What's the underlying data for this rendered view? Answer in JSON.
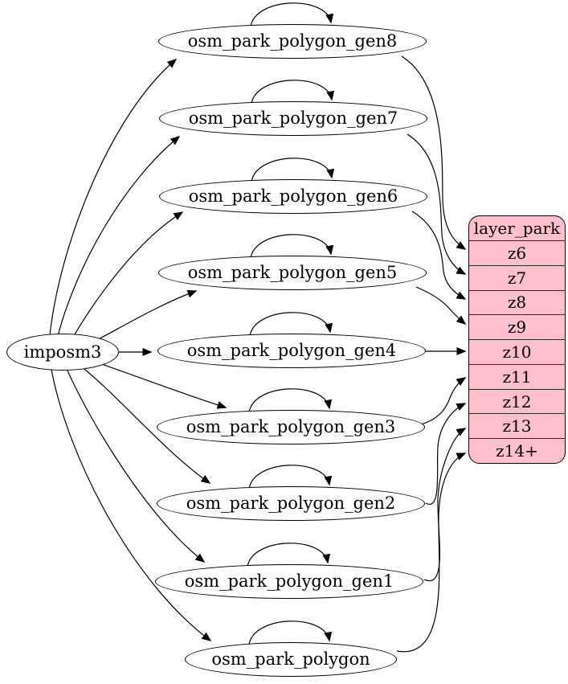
{
  "diagram_type": "etl-graph",
  "colors": {
    "background": "#ffffff",
    "node_fill": "#ffffff",
    "table_fill": "#ffc0cb",
    "stroke": "#000000",
    "text": "#000000"
  },
  "nodes": {
    "imposm3": {
      "label": "imposm3"
    },
    "gen8": {
      "label": "osm_park_polygon_gen8"
    },
    "gen7": {
      "label": "osm_park_polygon_gen7"
    },
    "gen6": {
      "label": "osm_park_polygon_gen6"
    },
    "gen5": {
      "label": "osm_park_polygon_gen5"
    },
    "gen4": {
      "label": "osm_park_polygon_gen4"
    },
    "gen3": {
      "label": "osm_park_polygon_gen3"
    },
    "gen2": {
      "label": "osm_park_polygon_gen2"
    },
    "gen1": {
      "label": "osm_park_polygon_gen1"
    },
    "base": {
      "label": "osm_park_polygon"
    }
  },
  "layer_table": {
    "title": "layer_park",
    "rows": [
      "z6",
      "z7",
      "z8",
      "z9",
      "z10",
      "z11",
      "z12",
      "z13",
      "z14+"
    ]
  },
  "edges": [
    {
      "from": "imposm3",
      "to": "osm_park_polygon_gen8"
    },
    {
      "from": "imposm3",
      "to": "osm_park_polygon_gen7"
    },
    {
      "from": "imposm3",
      "to": "osm_park_polygon_gen6"
    },
    {
      "from": "imposm3",
      "to": "osm_park_polygon_gen5"
    },
    {
      "from": "imposm3",
      "to": "osm_park_polygon_gen4"
    },
    {
      "from": "imposm3",
      "to": "osm_park_polygon_gen3"
    },
    {
      "from": "imposm3",
      "to": "osm_park_polygon_gen2"
    },
    {
      "from": "imposm3",
      "to": "osm_park_polygon_gen1"
    },
    {
      "from": "imposm3",
      "to": "osm_park_polygon"
    },
    {
      "from": "osm_park_polygon_gen8",
      "to": "osm_park_polygon_gen8",
      "kind": "self"
    },
    {
      "from": "osm_park_polygon_gen7",
      "to": "osm_park_polygon_gen7",
      "kind": "self"
    },
    {
      "from": "osm_park_polygon_gen6",
      "to": "osm_park_polygon_gen6",
      "kind": "self"
    },
    {
      "from": "osm_park_polygon_gen5",
      "to": "osm_park_polygon_gen5",
      "kind": "self"
    },
    {
      "from": "osm_park_polygon_gen4",
      "to": "osm_park_polygon_gen4",
      "kind": "self"
    },
    {
      "from": "osm_park_polygon_gen3",
      "to": "osm_park_polygon_gen3",
      "kind": "self"
    },
    {
      "from": "osm_park_polygon_gen2",
      "to": "osm_park_polygon_gen2",
      "kind": "self"
    },
    {
      "from": "osm_park_polygon_gen1",
      "to": "osm_park_polygon_gen1",
      "kind": "self"
    },
    {
      "from": "osm_park_polygon",
      "to": "osm_park_polygon",
      "kind": "self"
    },
    {
      "from": "osm_park_polygon_gen8",
      "to": "layer_park.z6"
    },
    {
      "from": "osm_park_polygon_gen7",
      "to": "layer_park.z7"
    },
    {
      "from": "osm_park_polygon_gen6",
      "to": "layer_park.z8"
    },
    {
      "from": "osm_park_polygon_gen5",
      "to": "layer_park.z9"
    },
    {
      "from": "osm_park_polygon_gen4",
      "to": "layer_park.z10"
    },
    {
      "from": "osm_park_polygon_gen3",
      "to": "layer_park.z11"
    },
    {
      "from": "osm_park_polygon_gen2",
      "to": "layer_park.z12"
    },
    {
      "from": "osm_park_polygon_gen1",
      "to": "layer_park.z13"
    },
    {
      "from": "osm_park_polygon",
      "to": "layer_park.z14+"
    }
  ]
}
